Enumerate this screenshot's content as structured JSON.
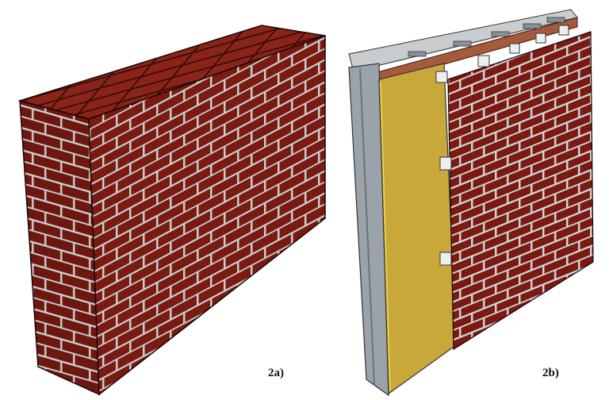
{
  "figure": {
    "panels": [
      {
        "id": "2a",
        "label": "2a)",
        "description": "Solid brick masonry wall"
      },
      {
        "id": "2b",
        "label": "2b)",
        "description": "Brick veneer wall with ties, insulation board and steel stud"
      }
    ]
  },
  "colors": {
    "brick": "#7a1a10",
    "brick_dark": "#5a120b",
    "brick_top": "#8a2418",
    "mortar": "#c8ccd0",
    "insulation": "#c8a83a",
    "steel": "#9aa3aa",
    "tie": "#e8eaec",
    "sheathing_top": "#a55a3c",
    "background": "#ffffff"
  }
}
